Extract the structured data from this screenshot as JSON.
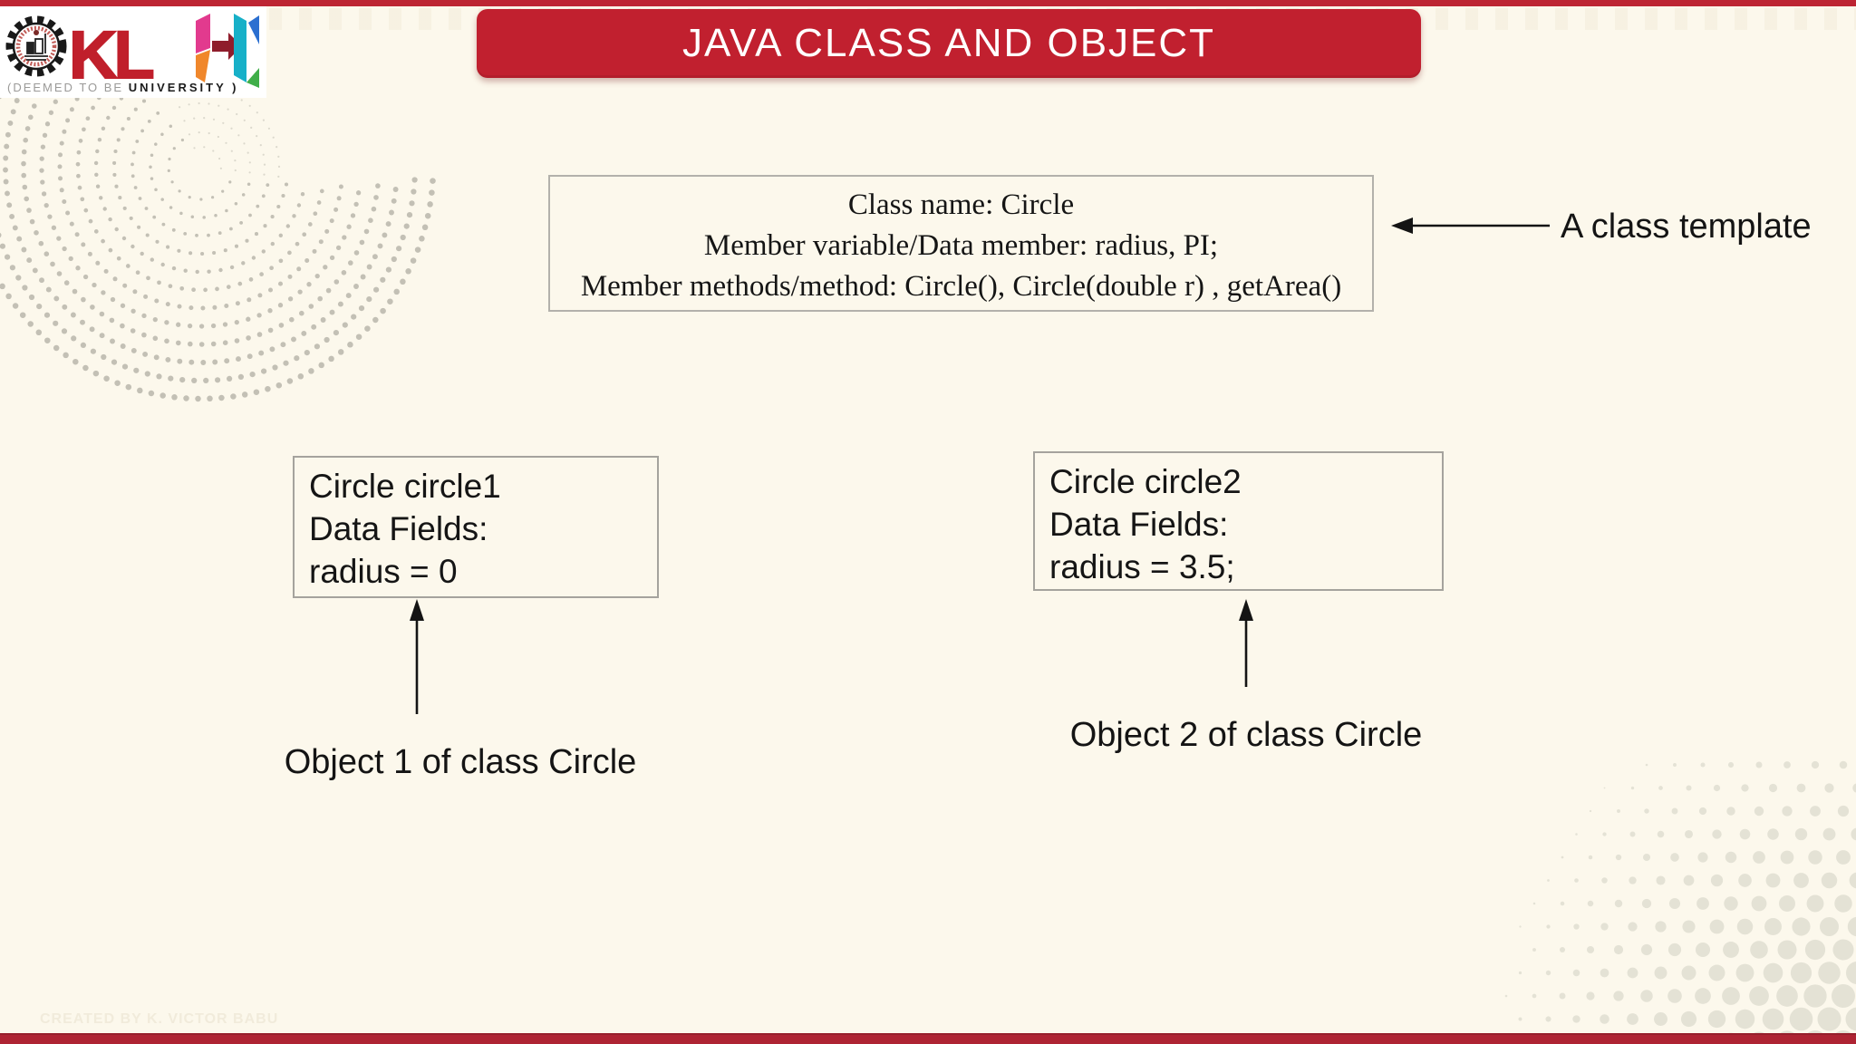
{
  "header": {
    "title": "JAVA CLASS AND OBJECT",
    "logo": {
      "letters_red": "KL",
      "tagline_left": "(DEEMED TO BE",
      "tagline_right": "UNIVERSITY )"
    }
  },
  "class_template": {
    "lines": [
      "Class name: Circle",
      "Member variable/Data member: radius, PI;",
      "Member methods/method: Circle(), Circle(double r) , getArea()"
    ],
    "callout_label": "A class template"
  },
  "objects": [
    {
      "lines": [
        "Circle circle1",
        "Data Fields:",
        "radius = 0"
      ],
      "caption": "Object 1 of class Circle"
    },
    {
      "lines": [
        "Circle circle2",
        "Data Fields:",
        "radius = 3.5;"
      ],
      "caption": "Object 2 of class Circle"
    }
  ],
  "footer": {
    "credit": "CREATED BY K. VICTOR BABU"
  },
  "colors": {
    "accent_red": "#BE2533",
    "banner_red": "#C1202F",
    "background_cream": "#FCF8EC",
    "dot_gray": "#8a887e",
    "halftone_gray": "#e3e0d4"
  }
}
